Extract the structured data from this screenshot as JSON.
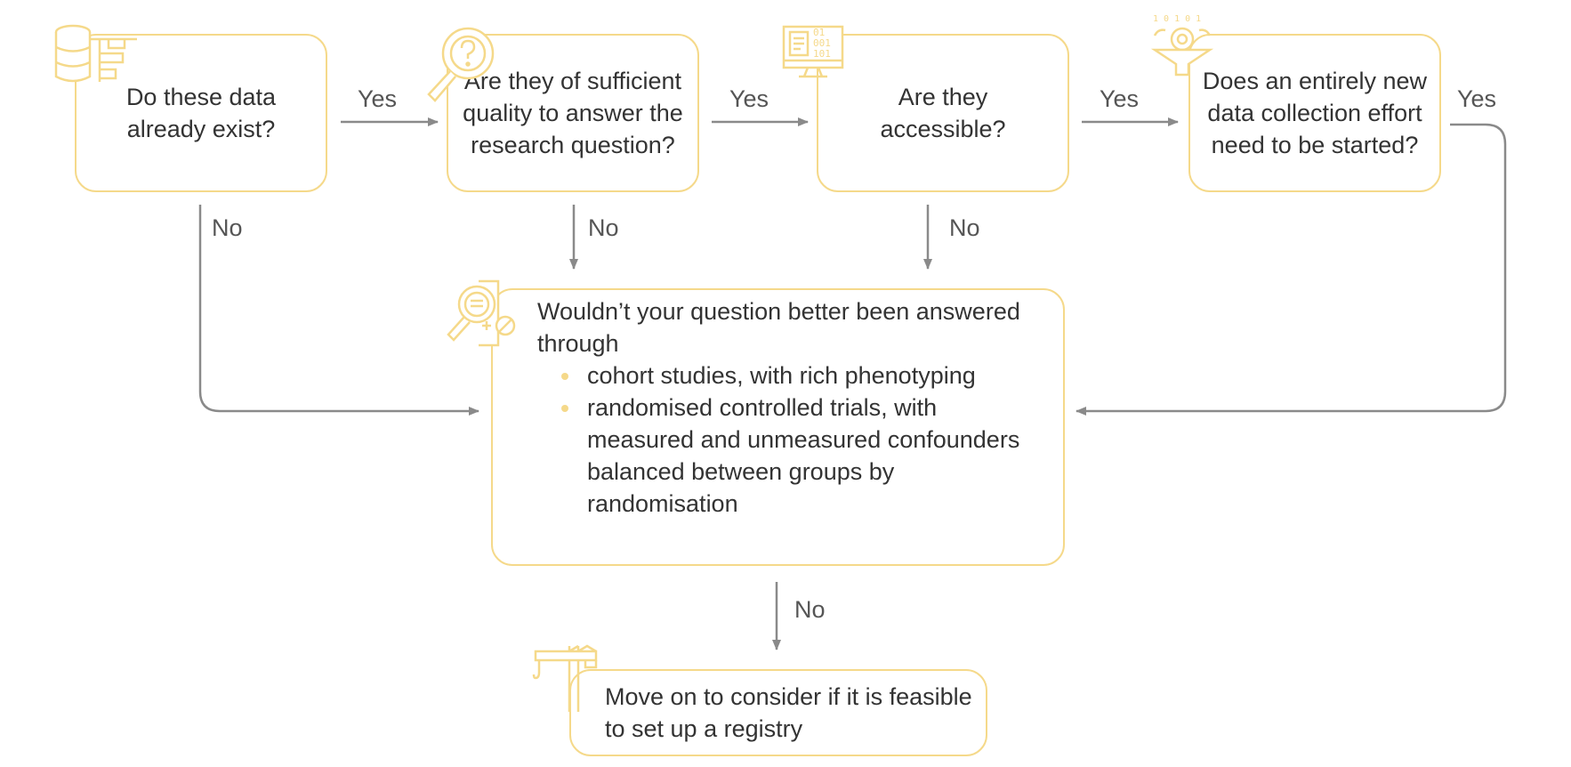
{
  "colors": {
    "box_border": "#f5d98a",
    "icon": "#f5d98a",
    "arrow": "#8a8a8a",
    "text": "#333333"
  },
  "nodes": {
    "exist": "Do these data already exist?",
    "quality": "Are they of sufficient quality to answer the research question?",
    "accessible": "Are they accessible?",
    "new_collection": "Does an entirely new data collection effort need to be started?",
    "alternatives": {
      "intro": "Wouldn’t your question better been answered through",
      "bullets": [
        "cohort studies, with rich phenotyping",
        "randomised controlled trials, with measured and unmeasured confounders balanced between groups by randomisation"
      ]
    },
    "registry": "Move on to consider if it is feasible to set up a registry"
  },
  "edge_labels": {
    "yes_1": "Yes",
    "yes_2": "Yes",
    "yes_3": "Yes",
    "yes_4": "Yes",
    "no_1": "No",
    "no_2": "No",
    "no_3": "No",
    "no_4": "No"
  },
  "icons": [
    "database-icon",
    "magnifier-question-icon",
    "computer-binary-icon",
    "funnel-gear-icon",
    "document-search-icon",
    "crane-icon"
  ]
}
